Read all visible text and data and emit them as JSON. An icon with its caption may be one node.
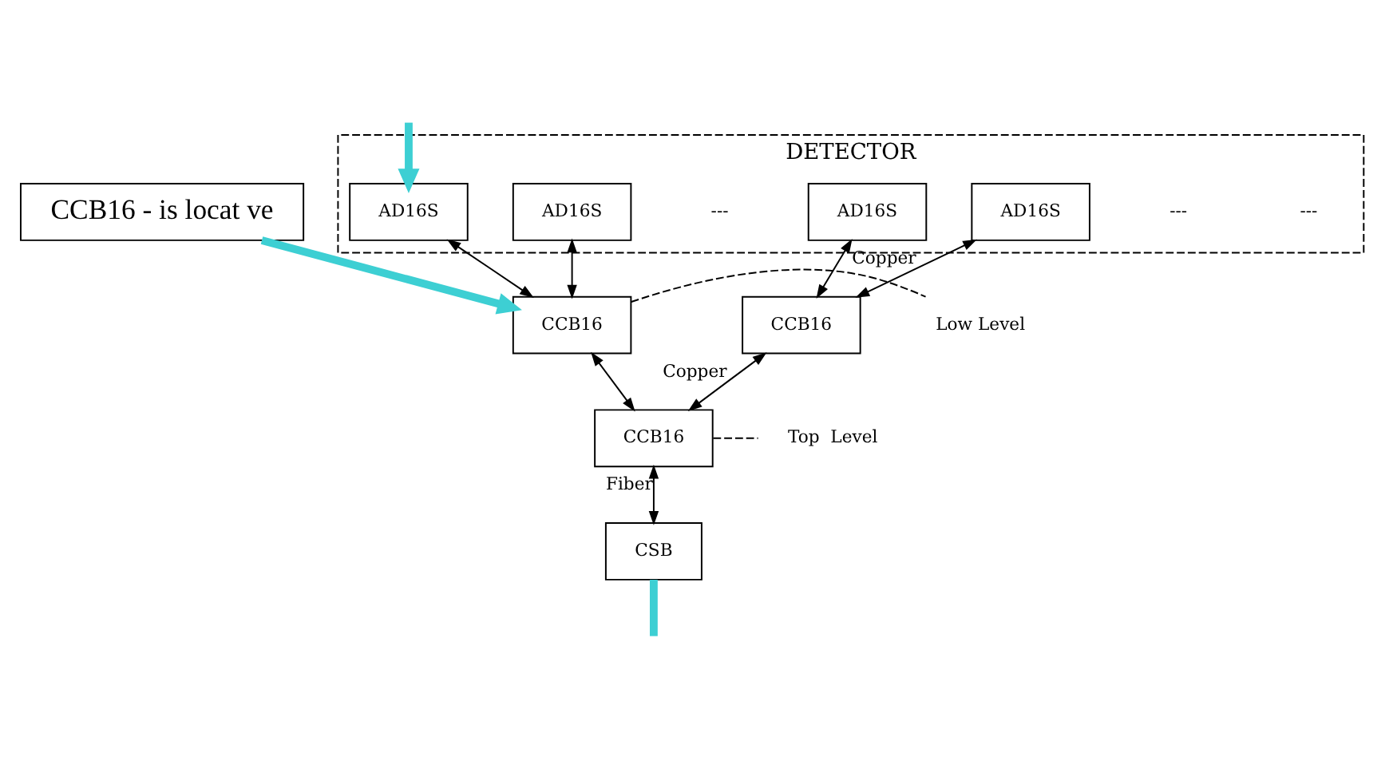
{
  "diagram": {
    "nodes": [
      {
        "text": [
          "DETECTOR"
        ]
      },
      {
        "text": [
          "AD16S"
        ],
        "in": 0
      },
      {
        "text": [
          "AD16S"
        ],
        "in": 0
      },
      {
        "text": [
          "AD16S"
        ],
        "in": 0
      },
      {
        "text": [
          "AD16S"
        ],
        "in": 0
      },
      {
        "text": [
          "CCB16"
        ]
      },
      {
        "text": [
          "CCB16"
        ]
      },
      {
        "text": [
          "Low Level"
        ]
      },
      {
        "text": [
          "CCB16"
        ]
      },
      {
        "text": [
          "Top  Level"
        ]
      },
      {
        "text": [
          "CSB"
        ]
      },
      {
        "text": [
          "CCB16 - is locat ve"
        ]
      }
    ],
    "edges": [
      {
        "from": 1,
        "to": 5,
        "arrow": "both",
        "label": "Copper"
      },
      {
        "from": 2,
        "to": 5,
        "arrow": "both"
      },
      {
        "from": 3,
        "to": 6,
        "arrow": "both"
      },
      {
        "from": 4,
        "to": 6,
        "arrow": "both"
      },
      {
        "from": 5,
        "to": 8,
        "arrow": "both",
        "label": "Copper"
      },
      {
        "from": 6,
        "to": 8,
        "arrow": "both"
      },
      {
        "from": 8,
        "to": 10,
        "arrow": "both",
        "label": "Fiber"
      },
      {
        "from": 6,
        "to": 7,
        "arrow": "none",
        "style": "dashed"
      },
      {
        "from": 8,
        "to": 9,
        "arrow": "none",
        "style": "dashed"
      },
      {
        "from": null,
        "to": 4,
        "arrow": "to",
        "style": "thick",
        "color": "#3dcfd3"
      },
      {
        "from": 11,
        "to": 6,
        "arrow": "to",
        "style": "thick",
        "color": "#3dcfd3"
      },
      {
        "from": 10,
        "to": null,
        "arrow": "none",
        "style": "thick",
        "color": "#3dcfd3"
      }
    ],
    "labels": [
      "---",
      "---",
      "---"
    ]
  }
}
